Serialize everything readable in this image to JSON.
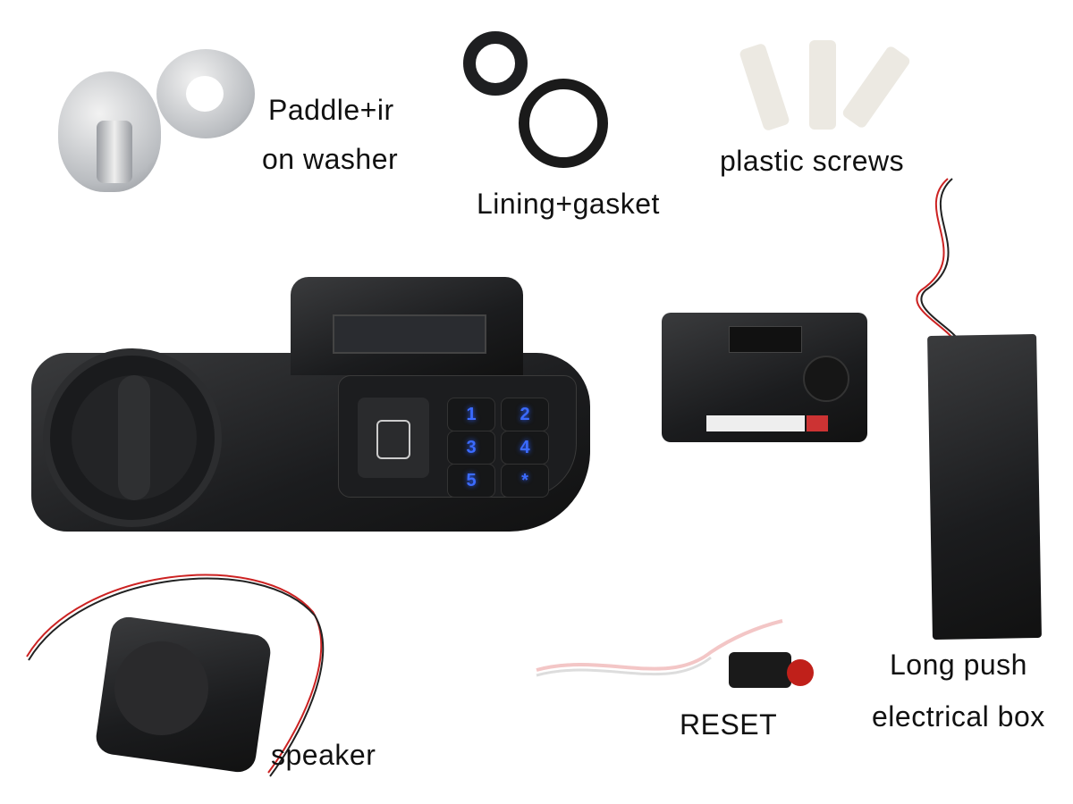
{
  "labels": {
    "paddle_line1": "Paddle+ir",
    "paddle_line2": "on washer",
    "lining": "Lining+gasket",
    "screws": "plastic screws",
    "box_line1": "Long push",
    "box_line2": "electrical box",
    "reset": "RESET",
    "speaker": "speaker"
  },
  "keypad": {
    "keys": [
      "1",
      "2",
      "3",
      "4",
      "5",
      "*"
    ]
  },
  "colors": {
    "key_glow": "#3b6bff",
    "cable_red": "#d22",
    "reset_button": "#c0201a"
  }
}
